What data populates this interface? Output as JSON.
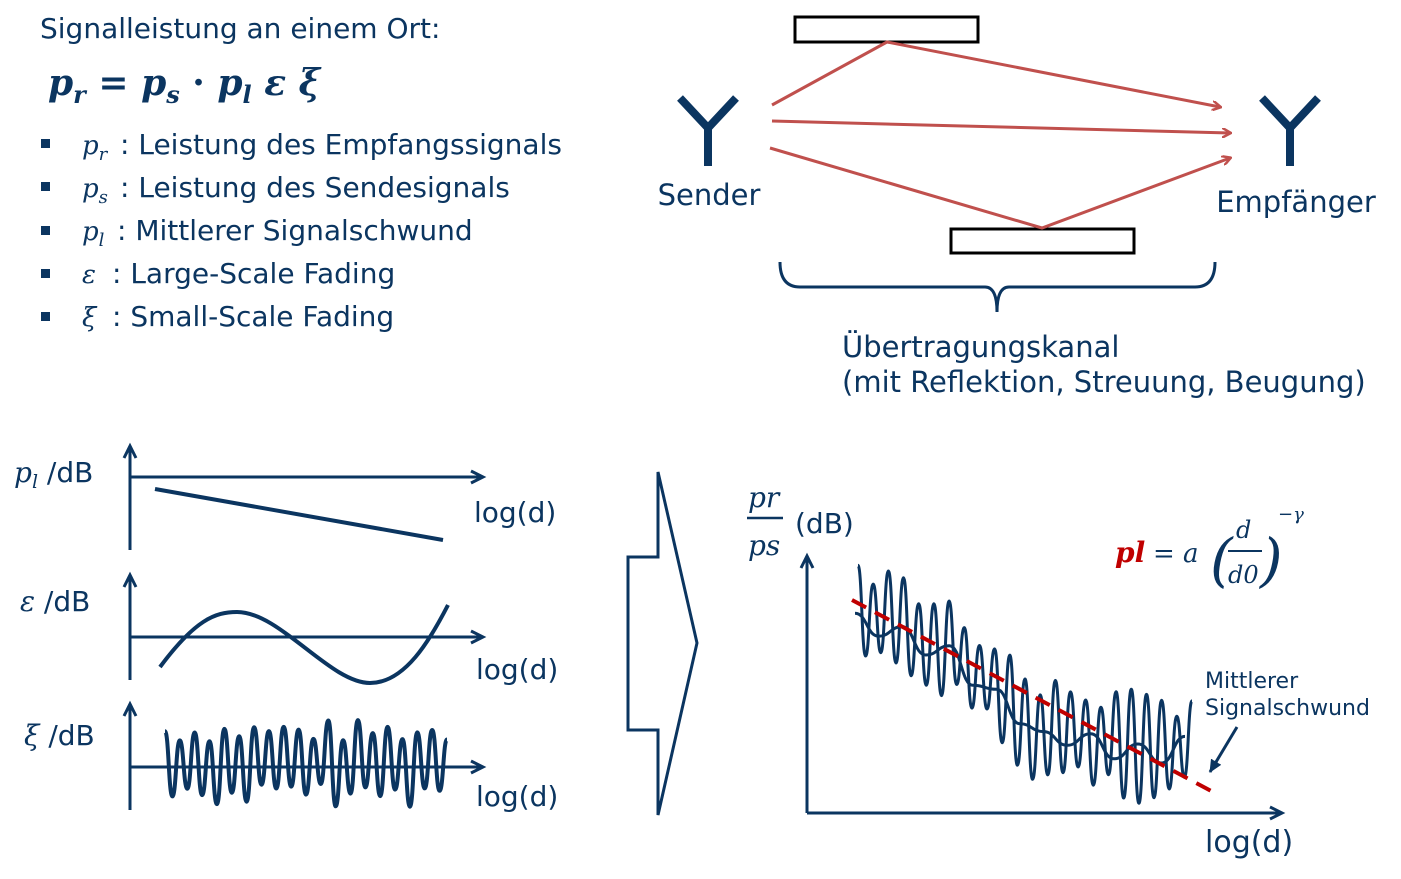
{
  "header": {
    "title": "Signalleistung an einem Ort:",
    "formula": "pr = ps · pl ε ξ"
  },
  "legend": [
    {
      "symbol": "p",
      "sub": "r",
      "label": ": Leistung des Empfangssignals"
    },
    {
      "symbol": "p",
      "sub": "s",
      "label": ": Leistung des Sendesignals"
    },
    {
      "symbol": "p",
      "sub": "l",
      "label": ": Mittlerer Signalschwund"
    },
    {
      "symbol": "ε",
      "sub": "",
      "label": ": Large-Scale Fading"
    },
    {
      "symbol": "ξ",
      "sub": "",
      "label": ": Small-Scale Fading"
    }
  ],
  "channel": {
    "sender": "Sender",
    "receiver": "Empfänger",
    "title": "Übertragungskanal",
    "subtitle": "(mit Reflektion, Streuung, Beugung)"
  },
  "small_charts": [
    {
      "ylabel_sym": "p",
      "ylabel_sub": "l",
      "ylabel": " /dB",
      "xlabel": "log(d)"
    },
    {
      "ylabel_sym": "ε",
      "ylabel_sub": "",
      "ylabel": " /dB",
      "xlabel": "log(d)"
    },
    {
      "ylabel_sym": "ξ",
      "ylabel_sub": "",
      "ylabel": " /dB",
      "xlabel": "log(d)"
    }
  ],
  "main_chart": {
    "ylabel_num": "pr",
    "ylabel_den": "ps",
    "ylabel_unit": "(dB)",
    "xlabel": "log(d)",
    "formula_lhs": "pl",
    "formula_rhs": "= a",
    "formula_num": "d",
    "formula_den": "d0",
    "formula_exp": "−γ",
    "annotation_line1": "Mittlerer",
    "annotation_line2": "Signalschwund"
  },
  "colors": {
    "navy": "#0b3560",
    "ray": "#c0504d",
    "pathloss": "#c00000"
  }
}
